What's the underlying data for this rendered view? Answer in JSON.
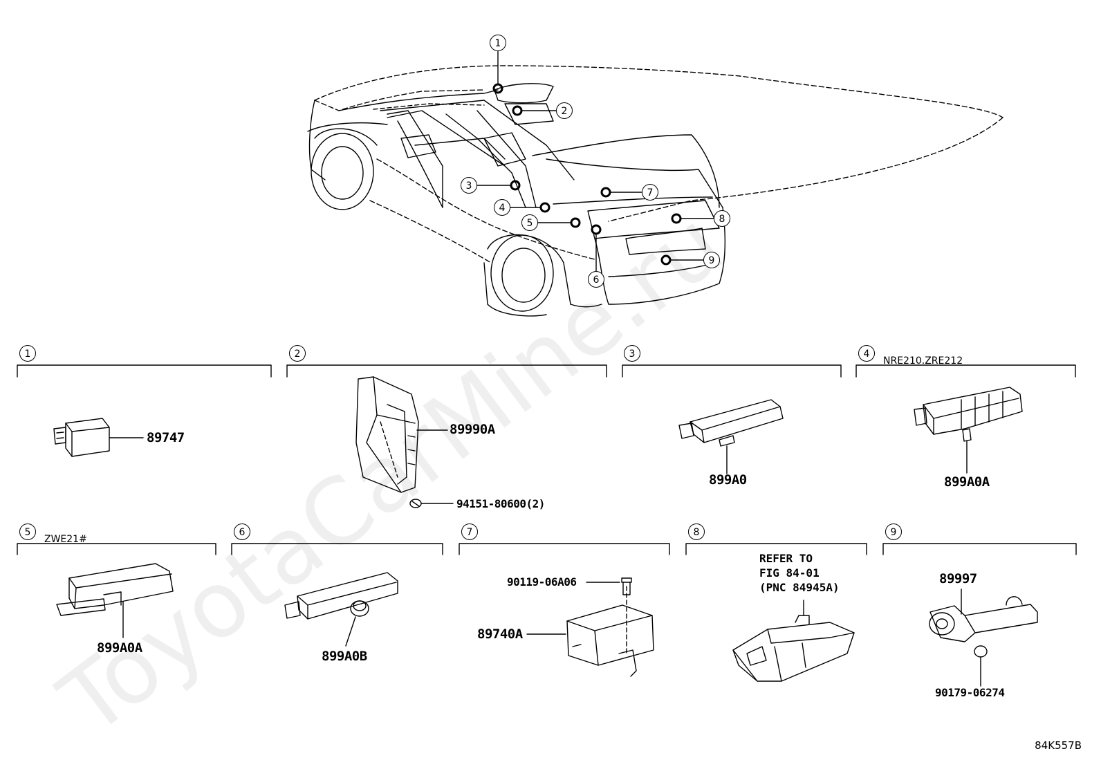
{
  "watermark": "ToyotaCarMine.ru",
  "diagram_code": "84K557B",
  "car_callouts": [
    "1",
    "2",
    "3",
    "4",
    "5",
    "6",
    "7",
    "8",
    "9"
  ],
  "sections": [
    {
      "num": "1",
      "note": "",
      "parts": [
        "89747"
      ]
    },
    {
      "num": "2",
      "note": "",
      "parts": [
        "89990A",
        "94151-80600(2)"
      ]
    },
    {
      "num": "3",
      "note": "",
      "parts": [
        "899A0"
      ]
    },
    {
      "num": "4",
      "note": "NRE210.ZRE212",
      "parts": [
        "899A0A"
      ]
    },
    {
      "num": "5",
      "note": "ZWE21#",
      "parts": [
        "899A0A"
      ]
    },
    {
      "num": "6",
      "note": "",
      "parts": [
        "899A0B"
      ]
    },
    {
      "num": "7",
      "note": "",
      "parts": [
        "90119-06A06",
        "89740A"
      ]
    },
    {
      "num": "8",
      "note": "",
      "parts": [],
      "refer": "REFER TO\nFIG 84-01\n(PNC 84945A)"
    },
    {
      "num": "9",
      "note": "",
      "parts": [
        "89997",
        "90179-06274"
      ]
    }
  ]
}
